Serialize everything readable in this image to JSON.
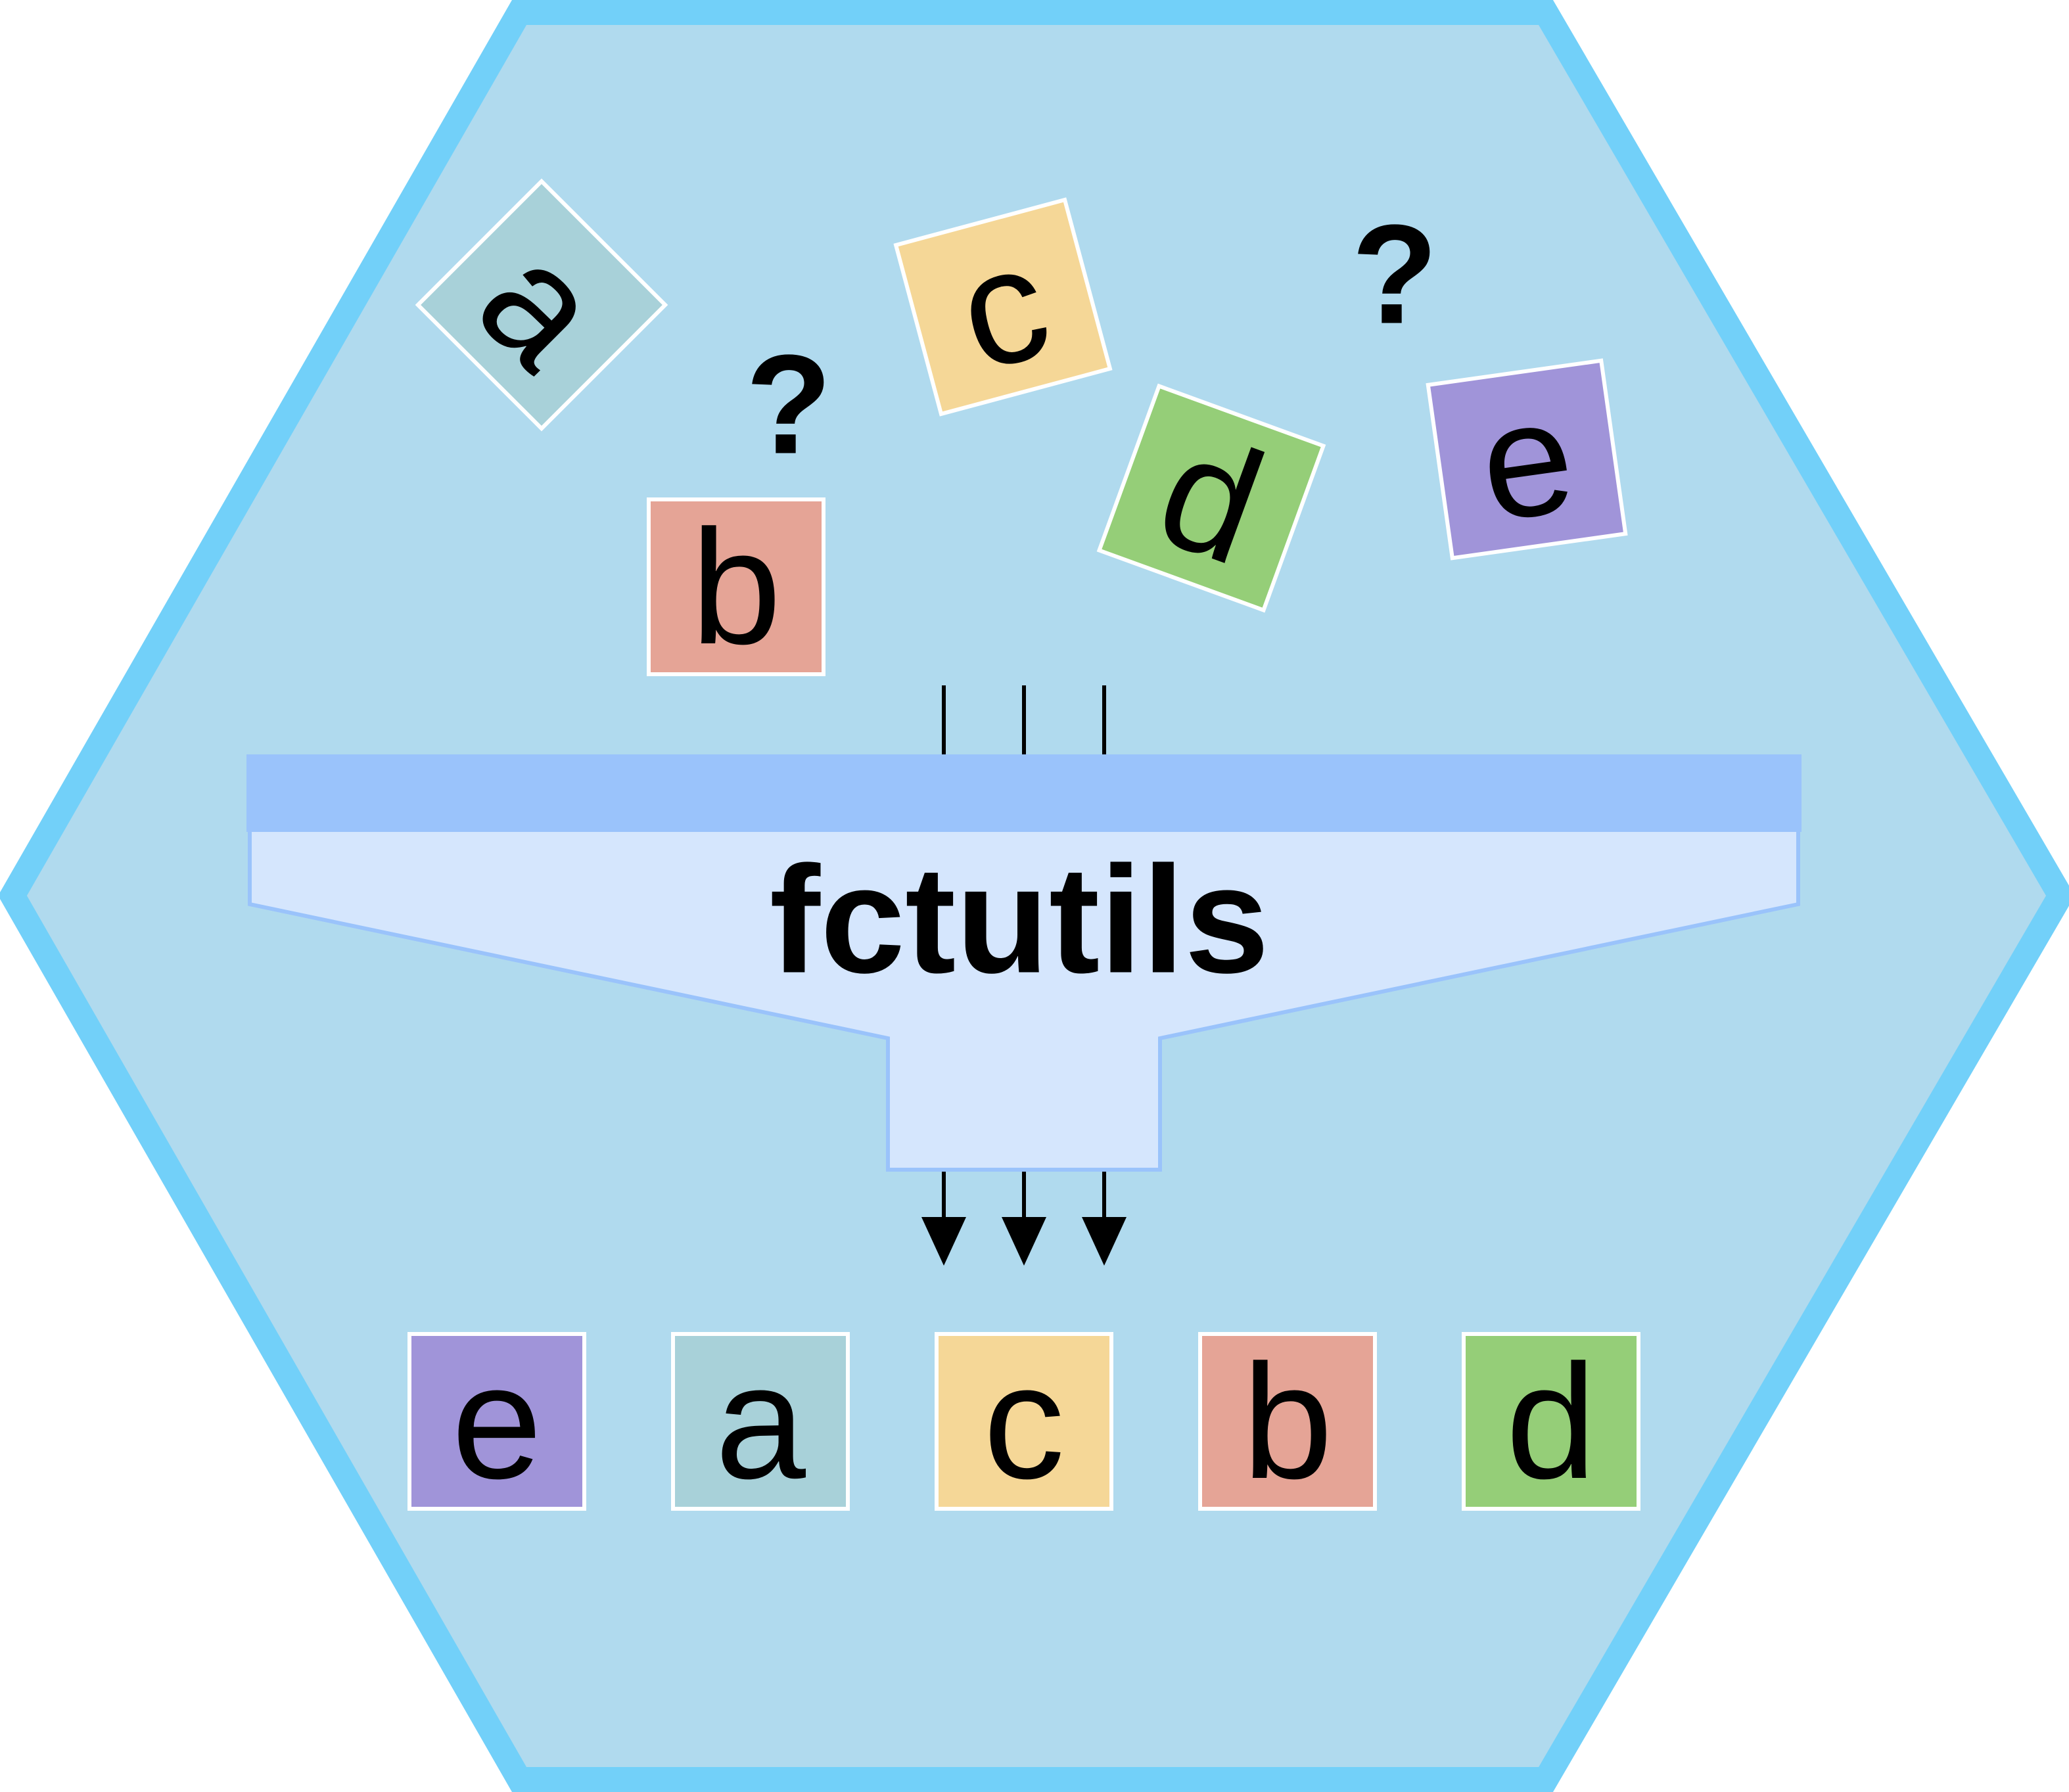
{
  "logo": {
    "name": "fctutils",
    "colors": {
      "hex_border": "#72D0F9",
      "hex_fill": "#B0DAEE",
      "funnel_band": "#9AC3FB",
      "funnel_body": "#D5E6FD",
      "funnel_outline": "#9AC3FB",
      "tile_outline": "#FFFFFF",
      "text": "#000000"
    }
  },
  "unsorted_tiles": [
    {
      "letter": "a",
      "color": "#A8D1D9"
    },
    {
      "letter": "b",
      "color": "#E5A496"
    },
    {
      "letter": "c",
      "color": "#F5D797"
    },
    {
      "letter": "d",
      "color": "#95CE78"
    },
    {
      "letter": "e",
      "color": "#A094D9"
    }
  ],
  "question_marks": [
    "?",
    "?"
  ],
  "sorted_tiles": [
    {
      "letter": "e",
      "color": "#A094D9"
    },
    {
      "letter": "a",
      "color": "#A8D1D9"
    },
    {
      "letter": "c",
      "color": "#F5D797"
    },
    {
      "letter": "b",
      "color": "#E5A496"
    },
    {
      "letter": "d",
      "color": "#95CE78"
    }
  ]
}
